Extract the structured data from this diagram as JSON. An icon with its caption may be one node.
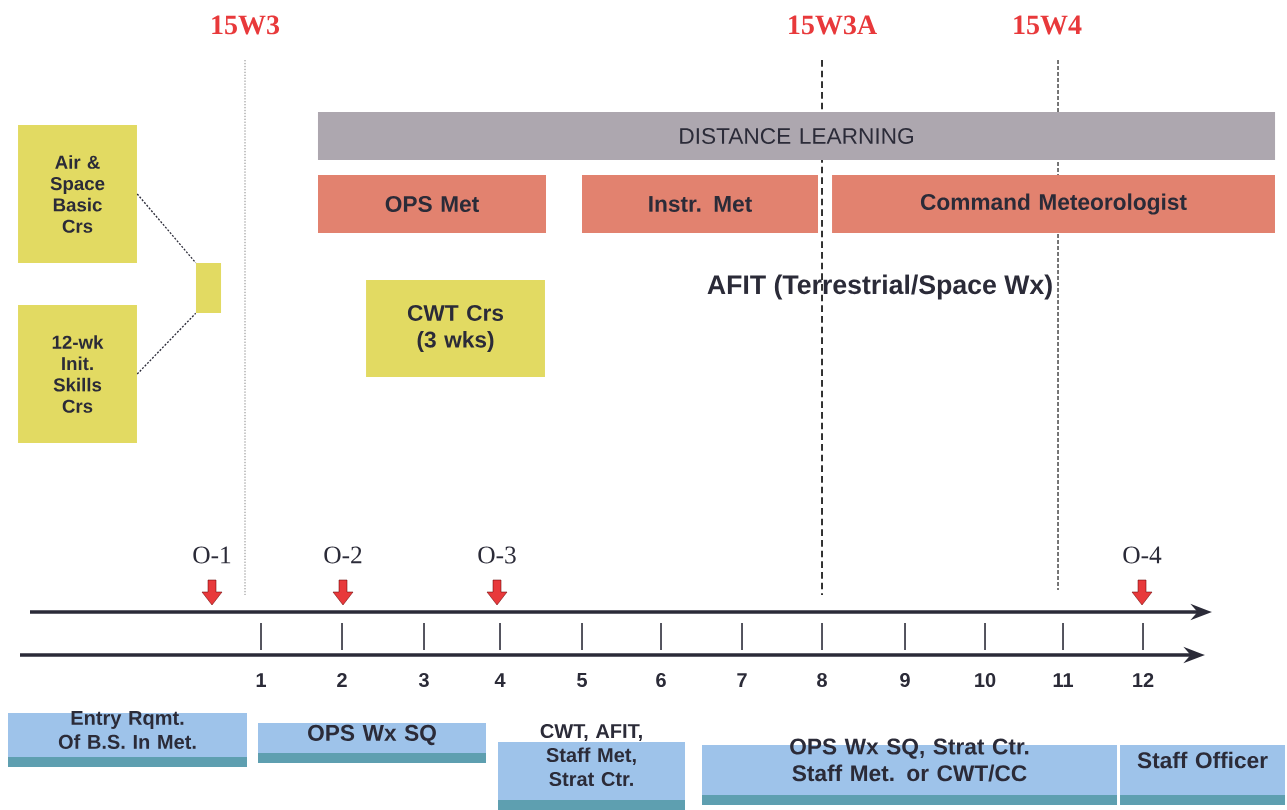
{
  "diagram": {
    "nodes": [
      {
        "text": [
          "Air & Space Basic Crs"
        ]
      },
      {
        "text": [
          "12-wk Init. Skills Crs"
        ]
      },
      {
        "text": [],
        "shape": "box"
      },
      {
        "text": [
          "DISTANCE LEARNING"
        ]
      },
      {
        "text": [
          "OPS Met"
        ]
      },
      {
        "text": [
          "Instr. Met"
        ]
      },
      {
        "text": [
          "Command Meteorologist"
        ]
      },
      {
        "text": [
          "CWT Crs (3 wks)"
        ]
      },
      {
        "text": [
          "Entry Rqmt. Of B.S. In Met."
        ]
      },
      {
        "text": [
          "OPS Wx SQ"
        ]
      },
      {
        "text": [
          "CWT, AFIT, Staff Met, Strat Ctr."
        ]
      },
      {
        "text": [
          "OPS Wx SQ, Strat Ctr. Staff Met. or CWT/CC"
        ]
      },
      {
        "text": [
          "Staff Officer"
        ]
      }
    ],
    "edges": [
      {
        "from": 0,
        "to": 2,
        "arrow": "none",
        "style": "dashed"
      },
      {
        "from": 1,
        "to": 2,
        "arrow": "none",
        "style": "dashed"
      }
    ],
    "labels": [
      "15W3",
      "15W3A",
      "15W4",
      "AFIT (Terrestrial/Space Wx)",
      "O-1",
      "O-2",
      "O-3",
      "O-4",
      "1",
      "2",
      "3",
      "4",
      "5",
      "6",
      "7",
      "8",
      "9",
      "10",
      "11",
      "12"
    ]
  }
}
